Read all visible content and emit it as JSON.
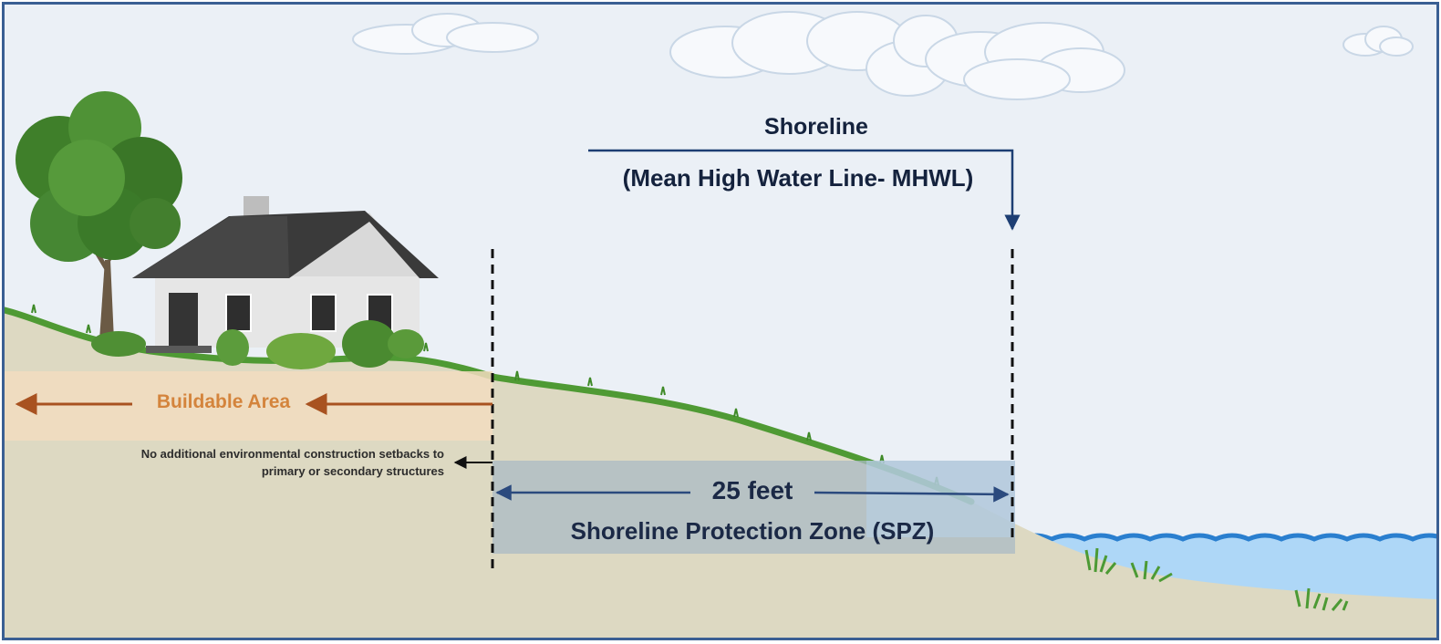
{
  "diagram": {
    "shoreline": {
      "title": "Shoreline",
      "subtitle": "(Mean High Water Line- MHWL)"
    },
    "buildable_area": {
      "label": "Buildable Area"
    },
    "setback_note": "No additional environmental construction setbacks to primary or secondary structures",
    "spz": {
      "distance": "25 feet",
      "label": "Shoreline Protection Zone (SPZ)"
    },
    "colors": {
      "sky": "#ebf0f6",
      "ground": "#ddd9c2",
      "grass": "#4f9a34",
      "water": "#aed7f7",
      "wave_line": "#2a7fcf",
      "buildable_band": "#f2dcc0",
      "buildable_text": "#d4843c",
      "buildable_arrow": "#a85220",
      "spz_band": "#a9b9c4",
      "dimension_arrow": "#2b4a7e",
      "frame_border": "#3a5f93",
      "label_text": "#14223d"
    }
  }
}
